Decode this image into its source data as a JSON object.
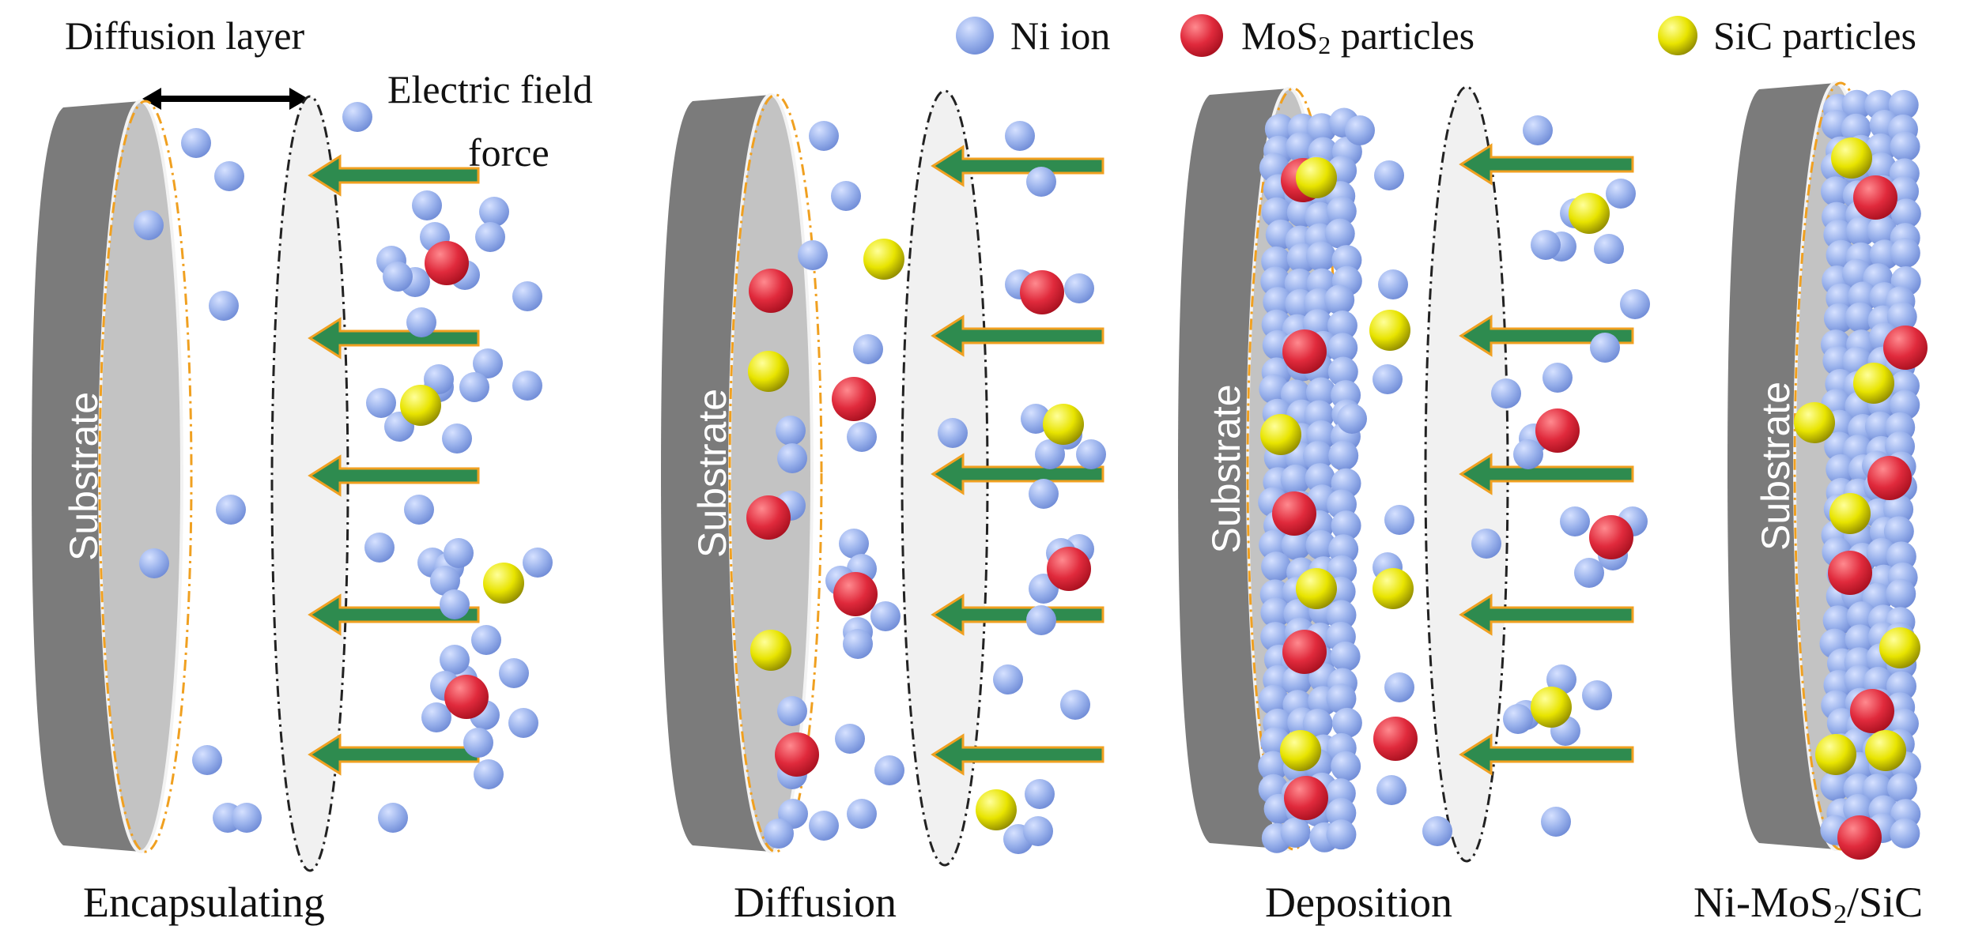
{
  "legend": {
    "ni_label": "Ni ion",
    "mos2_label": "MoS",
    "mos2_suffix": "2",
    "mos2_label_end": " particles",
    "sic_label": "SiC particles"
  },
  "top_labels": {
    "diffusion_layer": "Diffusion layer",
    "electric_line1": "Electric field",
    "electric_line2": "force"
  },
  "substrate_label": "Substrate",
  "stages": {
    "s1": "Encapsulating",
    "s2": "Diffusion",
    "s3": "Deposition",
    "s4_a": "Ni-MoS",
    "s4_sub": "2",
    "s4_b": "/SiC"
  },
  "colors": {
    "ni": "#8fa8e6",
    "mos2": "#e02a3c",
    "sic": "#e8e400",
    "arrow_body": "#2e8b4f",
    "arrow_outline": "#f0a020",
    "substrate_dark": "#7a7a7a",
    "substrate_face": "#c2c2c2"
  }
}
